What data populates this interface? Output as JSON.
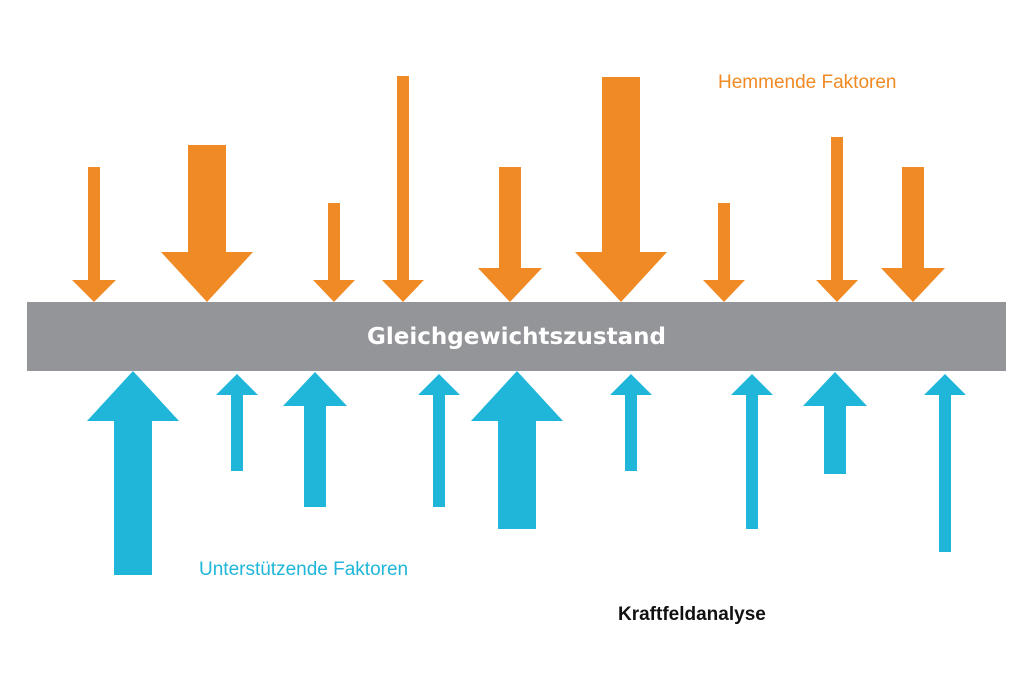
{
  "colors": {
    "restraining": "#f08a24",
    "driving": "#1fb6d9",
    "equilibrium_bar": "#939598",
    "caption": "#111111"
  },
  "restraining_label": "Hemmende Faktoren",
  "driving_label": "Unterstützende Faktoren",
  "equilibrium_label": "Gleichgewichtszustand",
  "caption": "Kraftfeldanalyse",
  "restraining_forces": [
    "weak",
    "strong",
    "weak",
    "weak",
    "medium",
    "strong",
    "weak",
    "weak",
    "medium"
  ],
  "driving_forces": [
    "strong",
    "weak",
    "medium",
    "weak",
    "strong",
    "weak",
    "weak",
    "medium",
    "weak"
  ]
}
